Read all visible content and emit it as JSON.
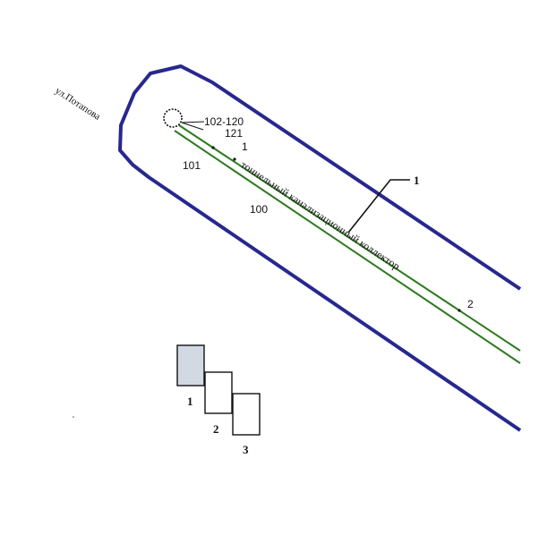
{
  "street_label": "ул.Потапова",
  "collector_label": "тоннельный канализационный коллектор",
  "points": {
    "range": "102-120",
    "p121": "121",
    "p1": "1",
    "p101": "101",
    "p100": "100",
    "p2": "2"
  },
  "callout_number": "1",
  "legend": {
    "items": [
      {
        "label": "1",
        "fill": "#d3d9e3"
      },
      {
        "label": "2",
        "fill": "#ffffff"
      },
      {
        "label": "3",
        "fill": "#ffffff"
      }
    ]
  },
  "colors": {
    "boundary": "#27288e",
    "collector": "#2d7a1f",
    "ink": "#111111"
  }
}
